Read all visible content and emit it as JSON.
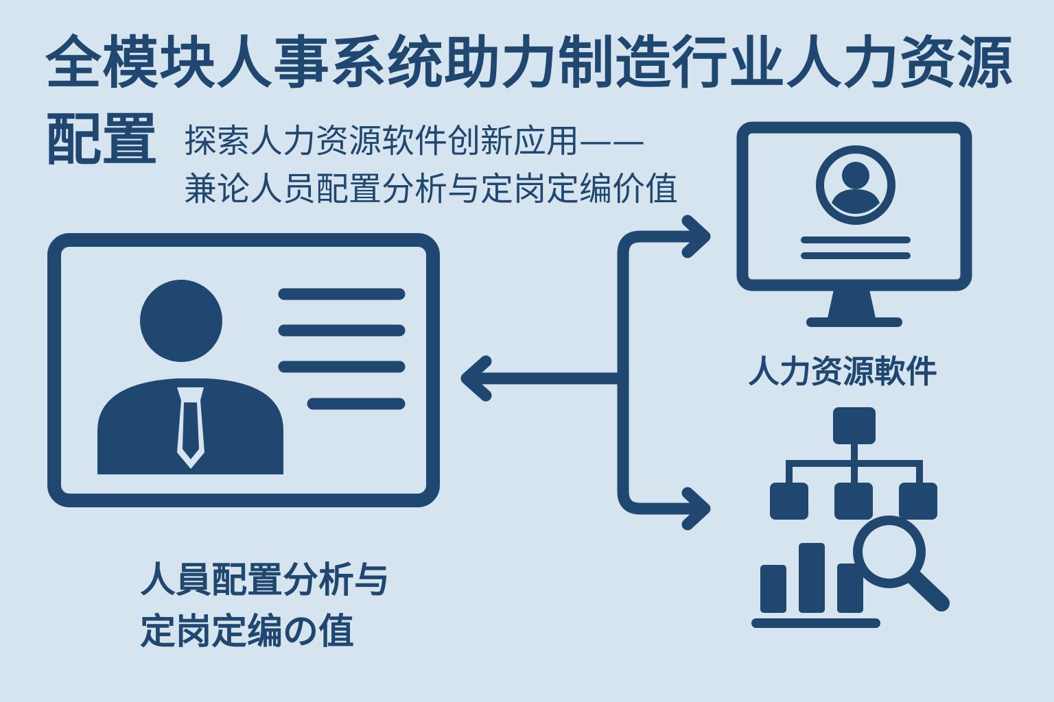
{
  "title": {
    "line1": "全模块人事系统助力制造行业人力资源",
    "line2": "配置"
  },
  "subtitle": "探索人力资源软件创新应用——\n兼论人员配置分析与定岗定编价值",
  "labels": {
    "left": "人員配置分析与\n定岗定编の值",
    "right": "人力资源軟件"
  },
  "colors": {
    "background": "#d6e4ef",
    "primary": "#1f4770"
  },
  "icons": {
    "employee_card": "employee-card-icon",
    "computer": "computer-user-icon",
    "analysis": "org-chart-analysis-icon",
    "connector": "branch-arrow-icon"
  }
}
